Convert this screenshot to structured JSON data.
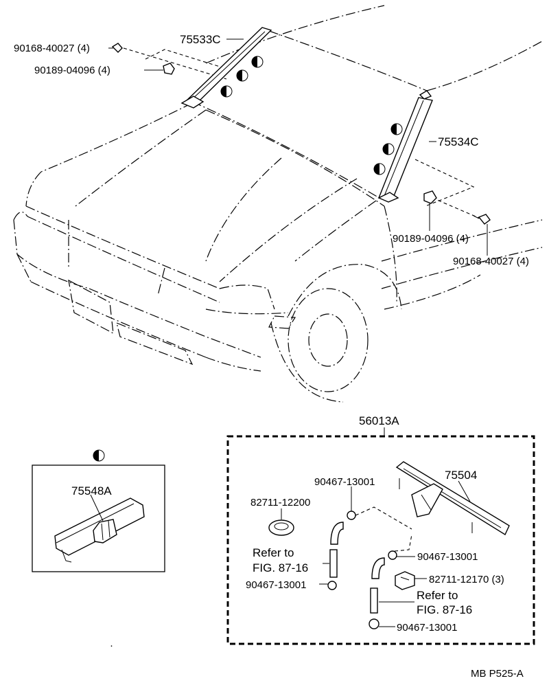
{
  "labels": {
    "screw_left": "90168-40027 (4)",
    "clip_left": "90189-04096 (4)",
    "moulding_left": "75533C",
    "moulding_right": "75534C",
    "clip_right": "90189-04096 (4)",
    "screw_right": "90168-40027 (4)",
    "kit": "56013A",
    "cover": "75548A",
    "nozzle_arm": "75504",
    "hose_clip_top": "90467-13001",
    "clamp_a": "82711-12200",
    "refer_left_line1": "Refer to",
    "refer_left_line2": "FIG. 87-16",
    "hose_clip_left": "90467-13001",
    "hose_clip_mid": "90467-13001",
    "clamp_b": "82711-12170 (3)",
    "refer_right_line1": "Refer to",
    "refer_right_line2": "FIG. 87-16",
    "hose_clip_bottom": "90467-13001",
    "footer": "MB  P525-A"
  }
}
